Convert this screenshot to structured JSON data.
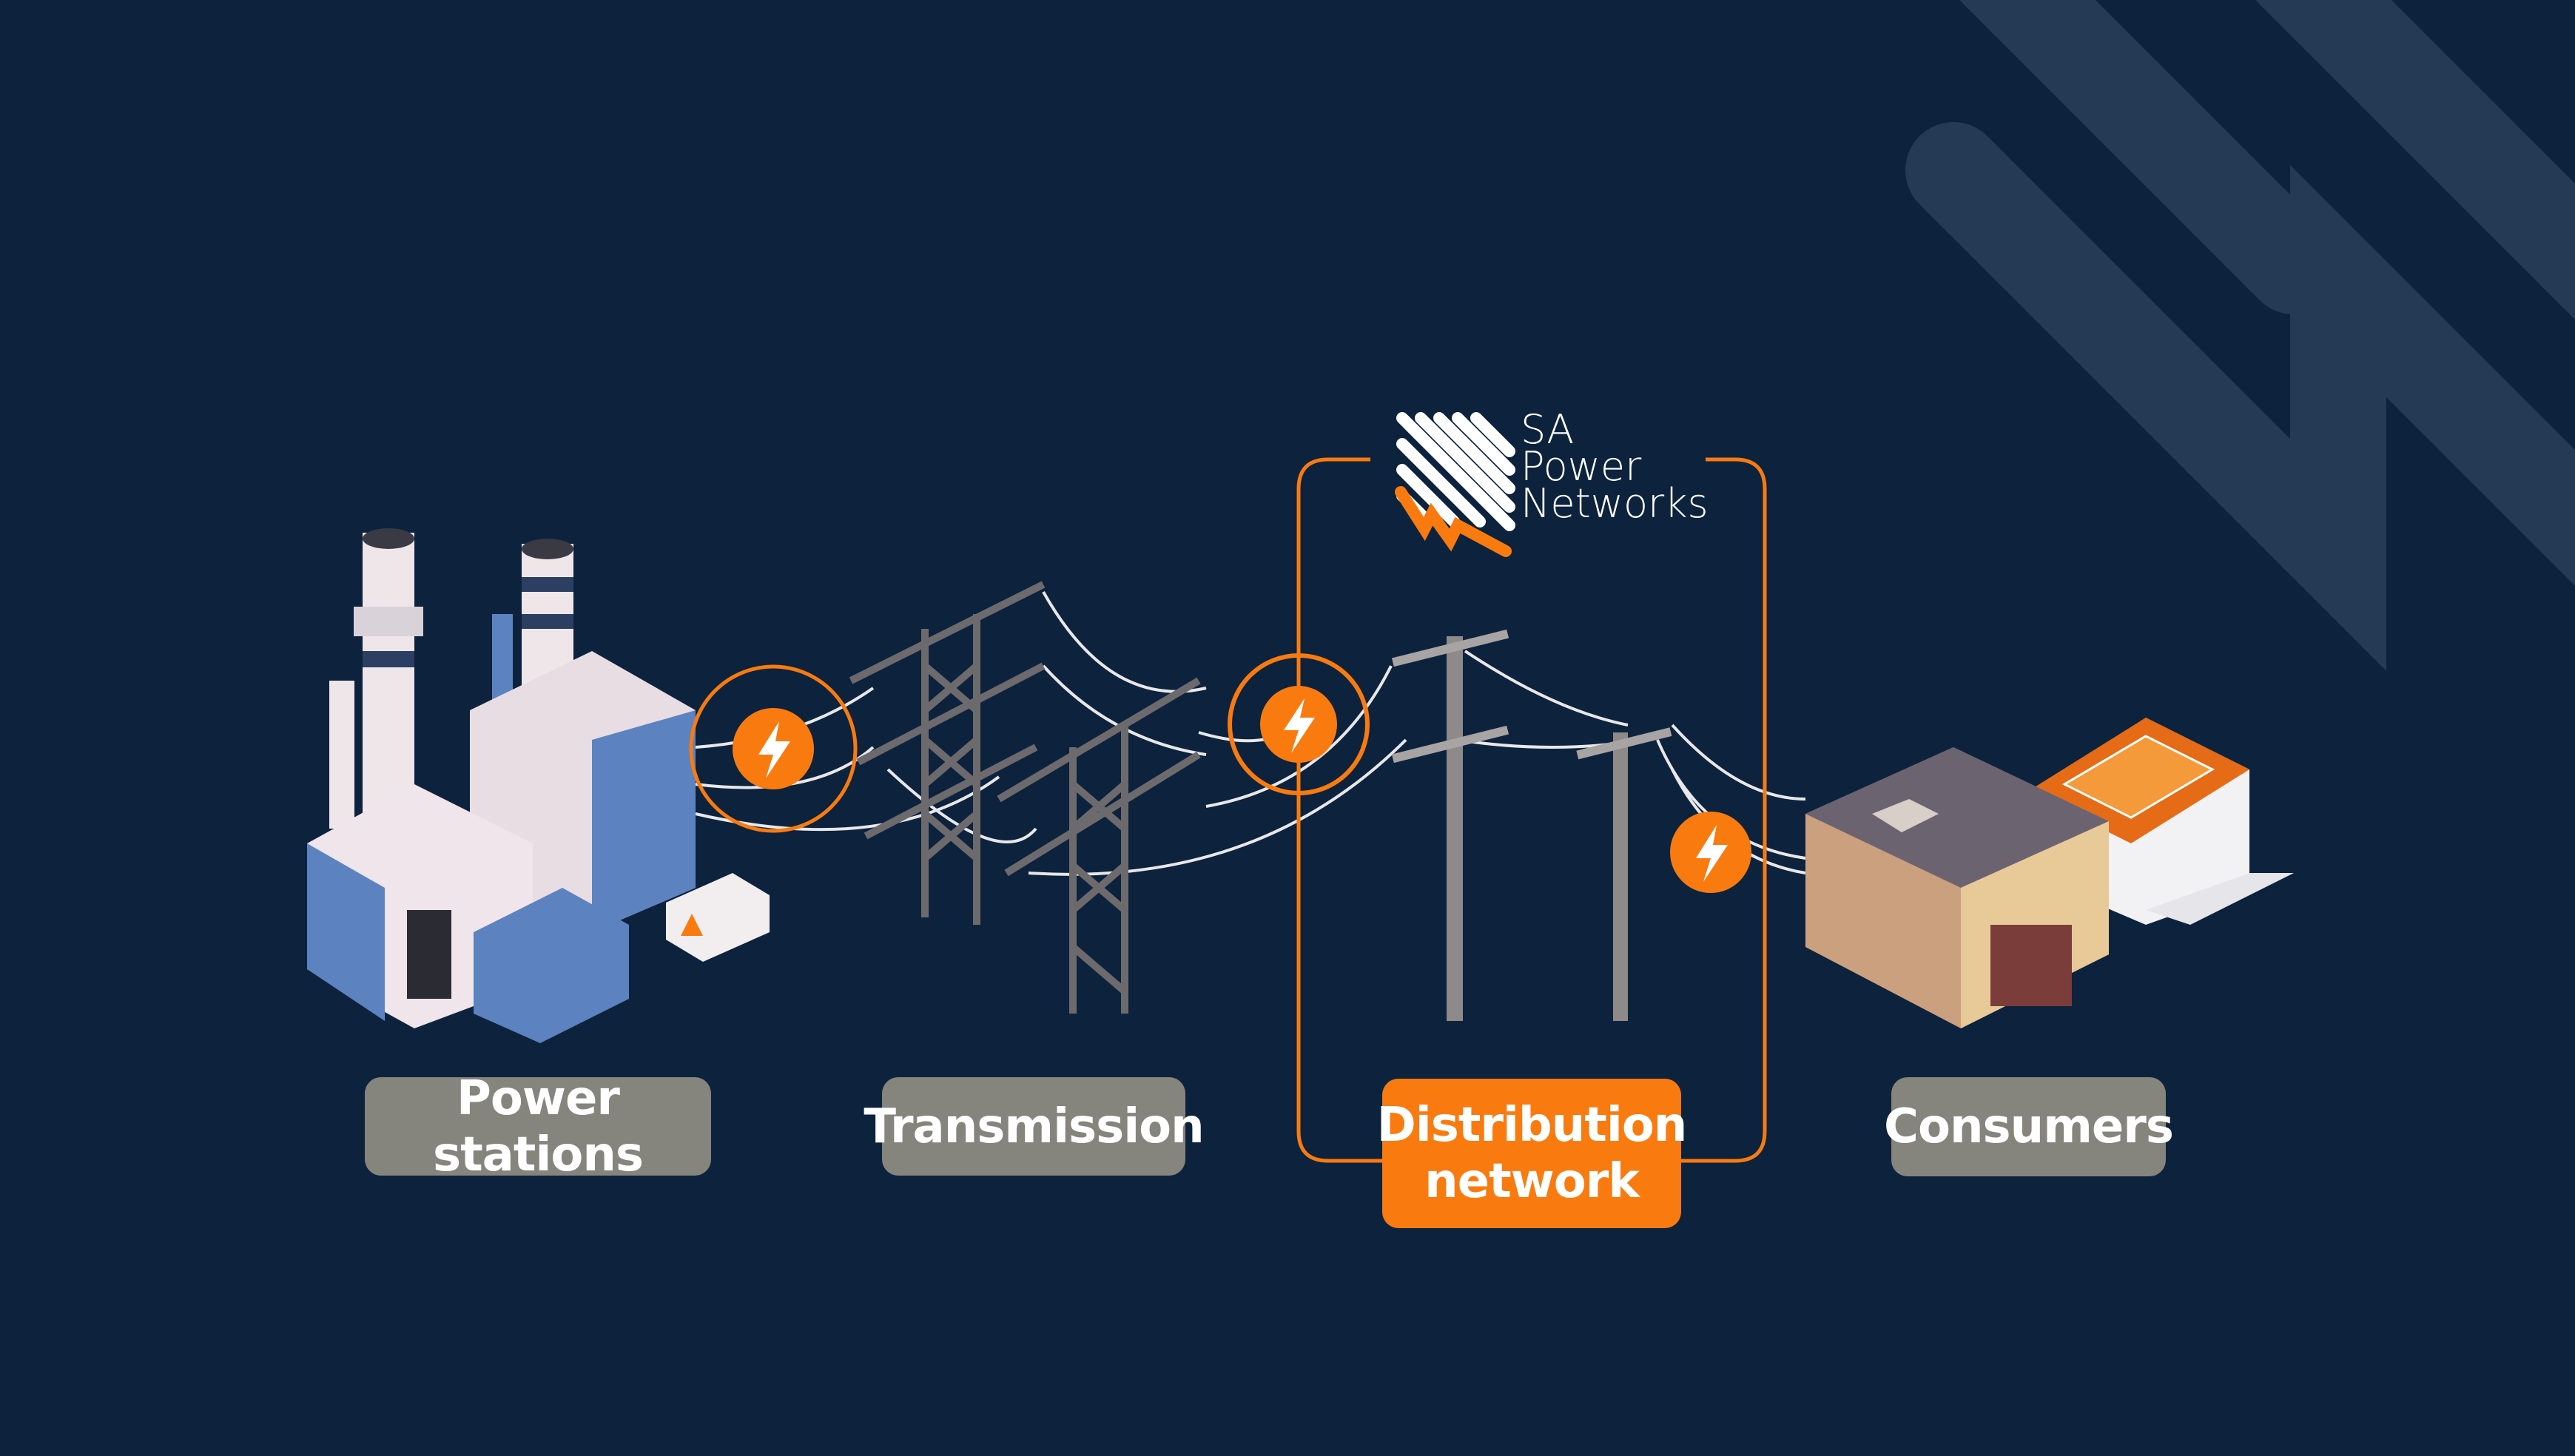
{
  "labels": {
    "power_stations": "Power stations",
    "transmission": "Transmission",
    "distribution_line1": "Distribution",
    "distribution_line2": "network",
    "consumers": "Consumers"
  },
  "logo": {
    "line1": "SA",
    "line2": "Power",
    "line3": "Networks"
  },
  "icons": [
    "lightning-bolt-icon",
    "power-station-illustration",
    "transmission-tower-illustration",
    "distribution-pole-illustration",
    "consumer-buildings-illustration"
  ],
  "colors": {
    "background": "#0d223d",
    "accent": "#f97b10",
    "label_gray": "#85847d",
    "decor": "#243a55"
  }
}
